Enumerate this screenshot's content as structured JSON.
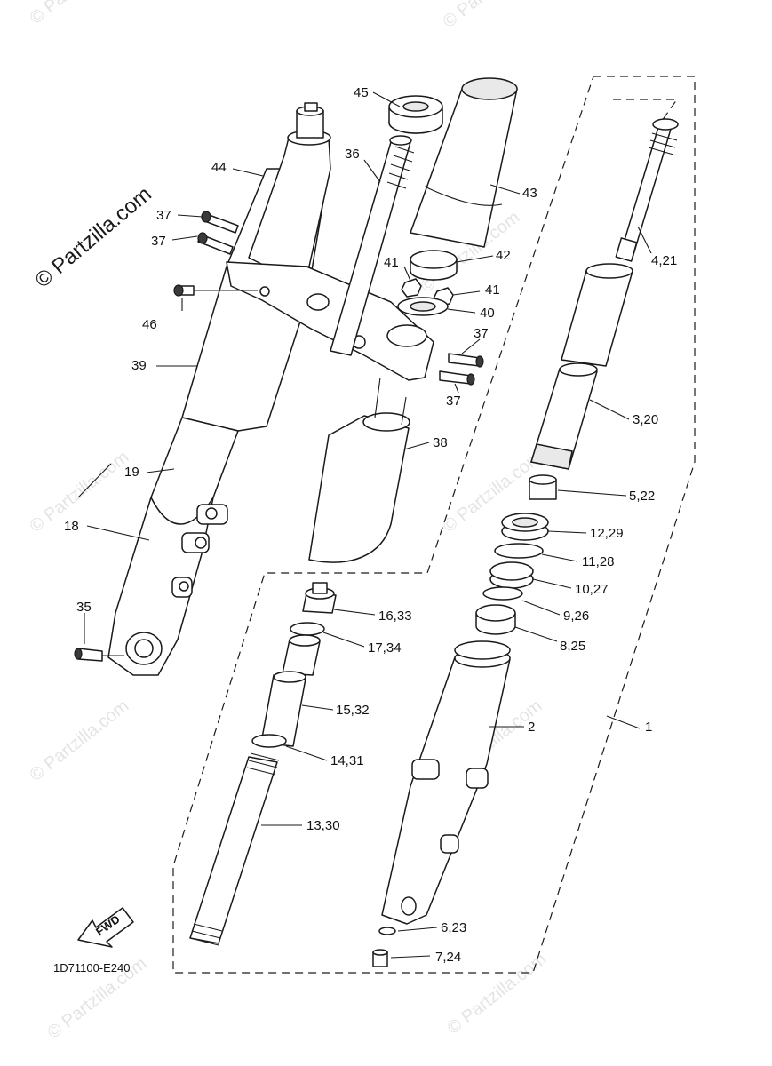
{
  "watermark": {
    "text": "© Partzilla.com"
  },
  "diagram": {
    "code": "1D71100-E240",
    "fwd_label": "FWD",
    "callouts": [
      {
        "id": "45",
        "text": "45"
      },
      {
        "id": "44",
        "text": "44"
      },
      {
        "id": "36",
        "text": "36"
      },
      {
        "id": "43",
        "text": "43"
      },
      {
        "id": "37a",
        "text": "37"
      },
      {
        "id": "37b",
        "text": "37"
      },
      {
        "id": "42",
        "text": "42"
      },
      {
        "id": "41a",
        "text": "41"
      },
      {
        "id": "41b",
        "text": "41"
      },
      {
        "id": "4_21",
        "text": "4,21"
      },
      {
        "id": "46",
        "text": "46"
      },
      {
        "id": "40",
        "text": "40"
      },
      {
        "id": "37c",
        "text": "37"
      },
      {
        "id": "37d",
        "text": "37"
      },
      {
        "id": "39",
        "text": "39"
      },
      {
        "id": "3_20",
        "text": "3,20"
      },
      {
        "id": "38",
        "text": "38"
      },
      {
        "id": "19",
        "text": "19"
      },
      {
        "id": "5_22",
        "text": "5,22"
      },
      {
        "id": "18",
        "text": "18"
      },
      {
        "id": "12_29",
        "text": "12,29"
      },
      {
        "id": "11_28",
        "text": "11,28"
      },
      {
        "id": "10_27",
        "text": "10,27"
      },
      {
        "id": "35",
        "text": "35"
      },
      {
        "id": "16_33",
        "text": "16,33"
      },
      {
        "id": "9_26",
        "text": "9,26"
      },
      {
        "id": "17_34",
        "text": "17,34"
      },
      {
        "id": "8_25",
        "text": "8,25"
      },
      {
        "id": "15_32",
        "text": "15,32"
      },
      {
        "id": "2",
        "text": "2"
      },
      {
        "id": "1",
        "text": "1"
      },
      {
        "id": "14_31",
        "text": "14,31"
      },
      {
        "id": "13_30",
        "text": "13,30"
      },
      {
        "id": "6_23",
        "text": "6,23"
      },
      {
        "id": "7_24",
        "text": "7,24"
      }
    ]
  }
}
